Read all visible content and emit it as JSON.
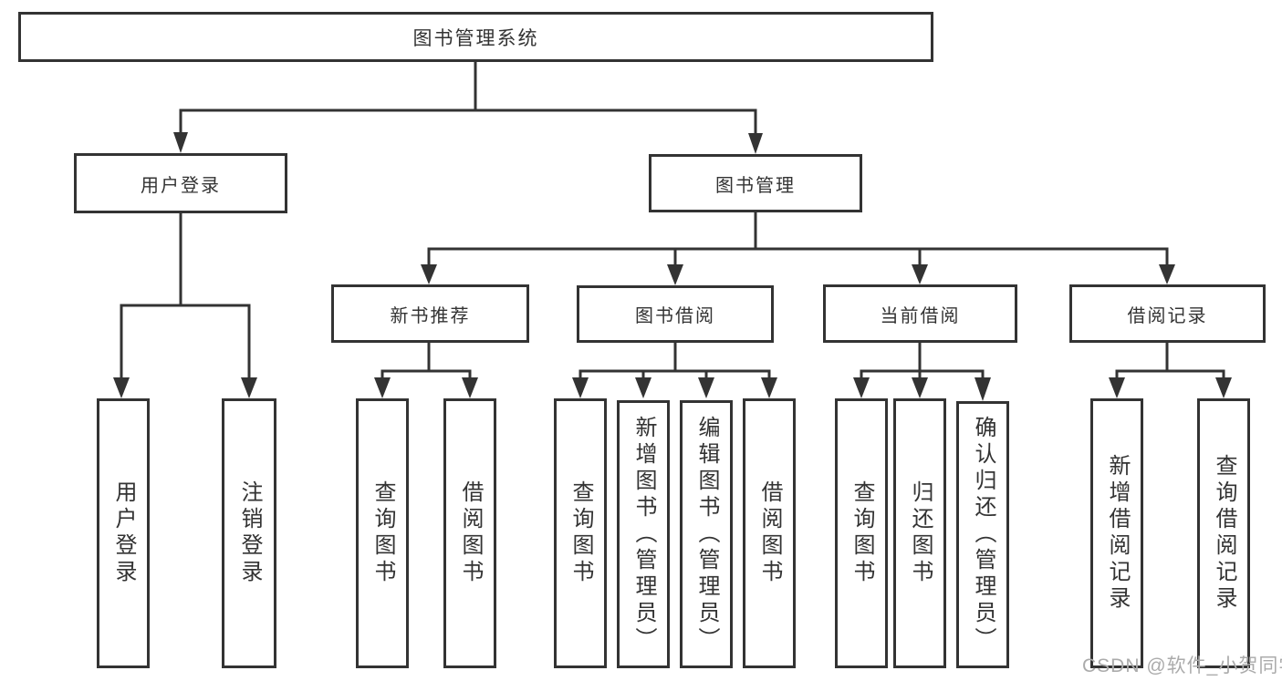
{
  "diagram": {
    "title": "图书管理系统",
    "type": "function-structure-tree"
  },
  "nodes": {
    "root": {
      "label": "图书管理系统"
    },
    "user_login": {
      "label": "用户登录"
    },
    "book_mgmt": {
      "label": "图书管理"
    },
    "login_action": {
      "label": "用户登录"
    },
    "logout_action": {
      "label": "注销登录"
    },
    "new_book_rec": {
      "label": "新书推荐"
    },
    "book_borrow": {
      "label": "图书借阅"
    },
    "current_borrow": {
      "label": "当前借阅"
    },
    "borrow_records": {
      "label": "借阅记录"
    },
    "nbr_query_book": {
      "label": "查询图书"
    },
    "nbr_borrow_book": {
      "label": "借阅图书"
    },
    "bb_query_book": {
      "label": "查询图书"
    },
    "bb_add_book": {
      "label": "新增图书（管理员）"
    },
    "bb_edit_book": {
      "label": "编辑图书（管理员）"
    },
    "bb_borrow_book": {
      "label": "借阅图书"
    },
    "cb_query_book": {
      "label": "查询图书"
    },
    "cb_return_book": {
      "label": "归还图书"
    },
    "cb_confirm_return": {
      "label": "确认归还（管理员）"
    },
    "br_add_record": {
      "label": "新增借阅记录"
    },
    "br_query_record": {
      "label": "查询借阅记录"
    }
  },
  "watermark": "CSDN @软件_小贺同学",
  "colors": {
    "line": "#333333",
    "background": "#ffffff",
    "box_fill": "#ffffff",
    "watermark": "#ababab"
  }
}
